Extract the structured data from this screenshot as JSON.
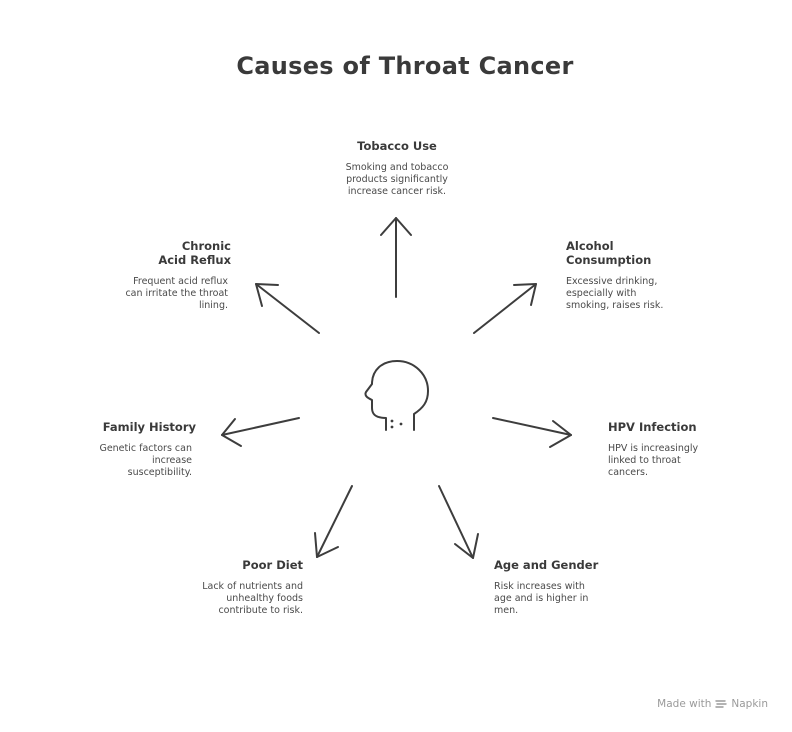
{
  "title": "Causes of Throat Cancer",
  "center": {
    "icon": "head-silhouette-icon"
  },
  "causes": {
    "tobacco": {
      "title": "Tobacco Use",
      "desc": "Smoking and tobacco products significantly increase cancer risk."
    },
    "alcohol": {
      "title": "Alcohol Consumption",
      "desc": "Excessive drinking, especially with smoking, raises risk."
    },
    "hpv": {
      "title": "HPV Infection",
      "desc": "HPV is increasingly linked to throat cancers."
    },
    "age": {
      "title": "Age and Gender",
      "desc": "Risk increases with age and is higher in men."
    },
    "diet": {
      "title": "Poor Diet",
      "desc": "Lack of nutrients and unhealthy foods contribute to risk."
    },
    "family": {
      "title": "Family History",
      "desc": "Genetic factors can increase susceptibility."
    },
    "reflux": {
      "title": "Chronic Acid Reflux",
      "desc": "Frequent acid reflux can irritate the throat lining."
    }
  },
  "footer": {
    "made_with": "Made with",
    "brand": "Napkin"
  },
  "colors": {
    "stroke": "#3d3d3d",
    "text": "#3a3a3a",
    "footer": "#9a9a9a"
  }
}
